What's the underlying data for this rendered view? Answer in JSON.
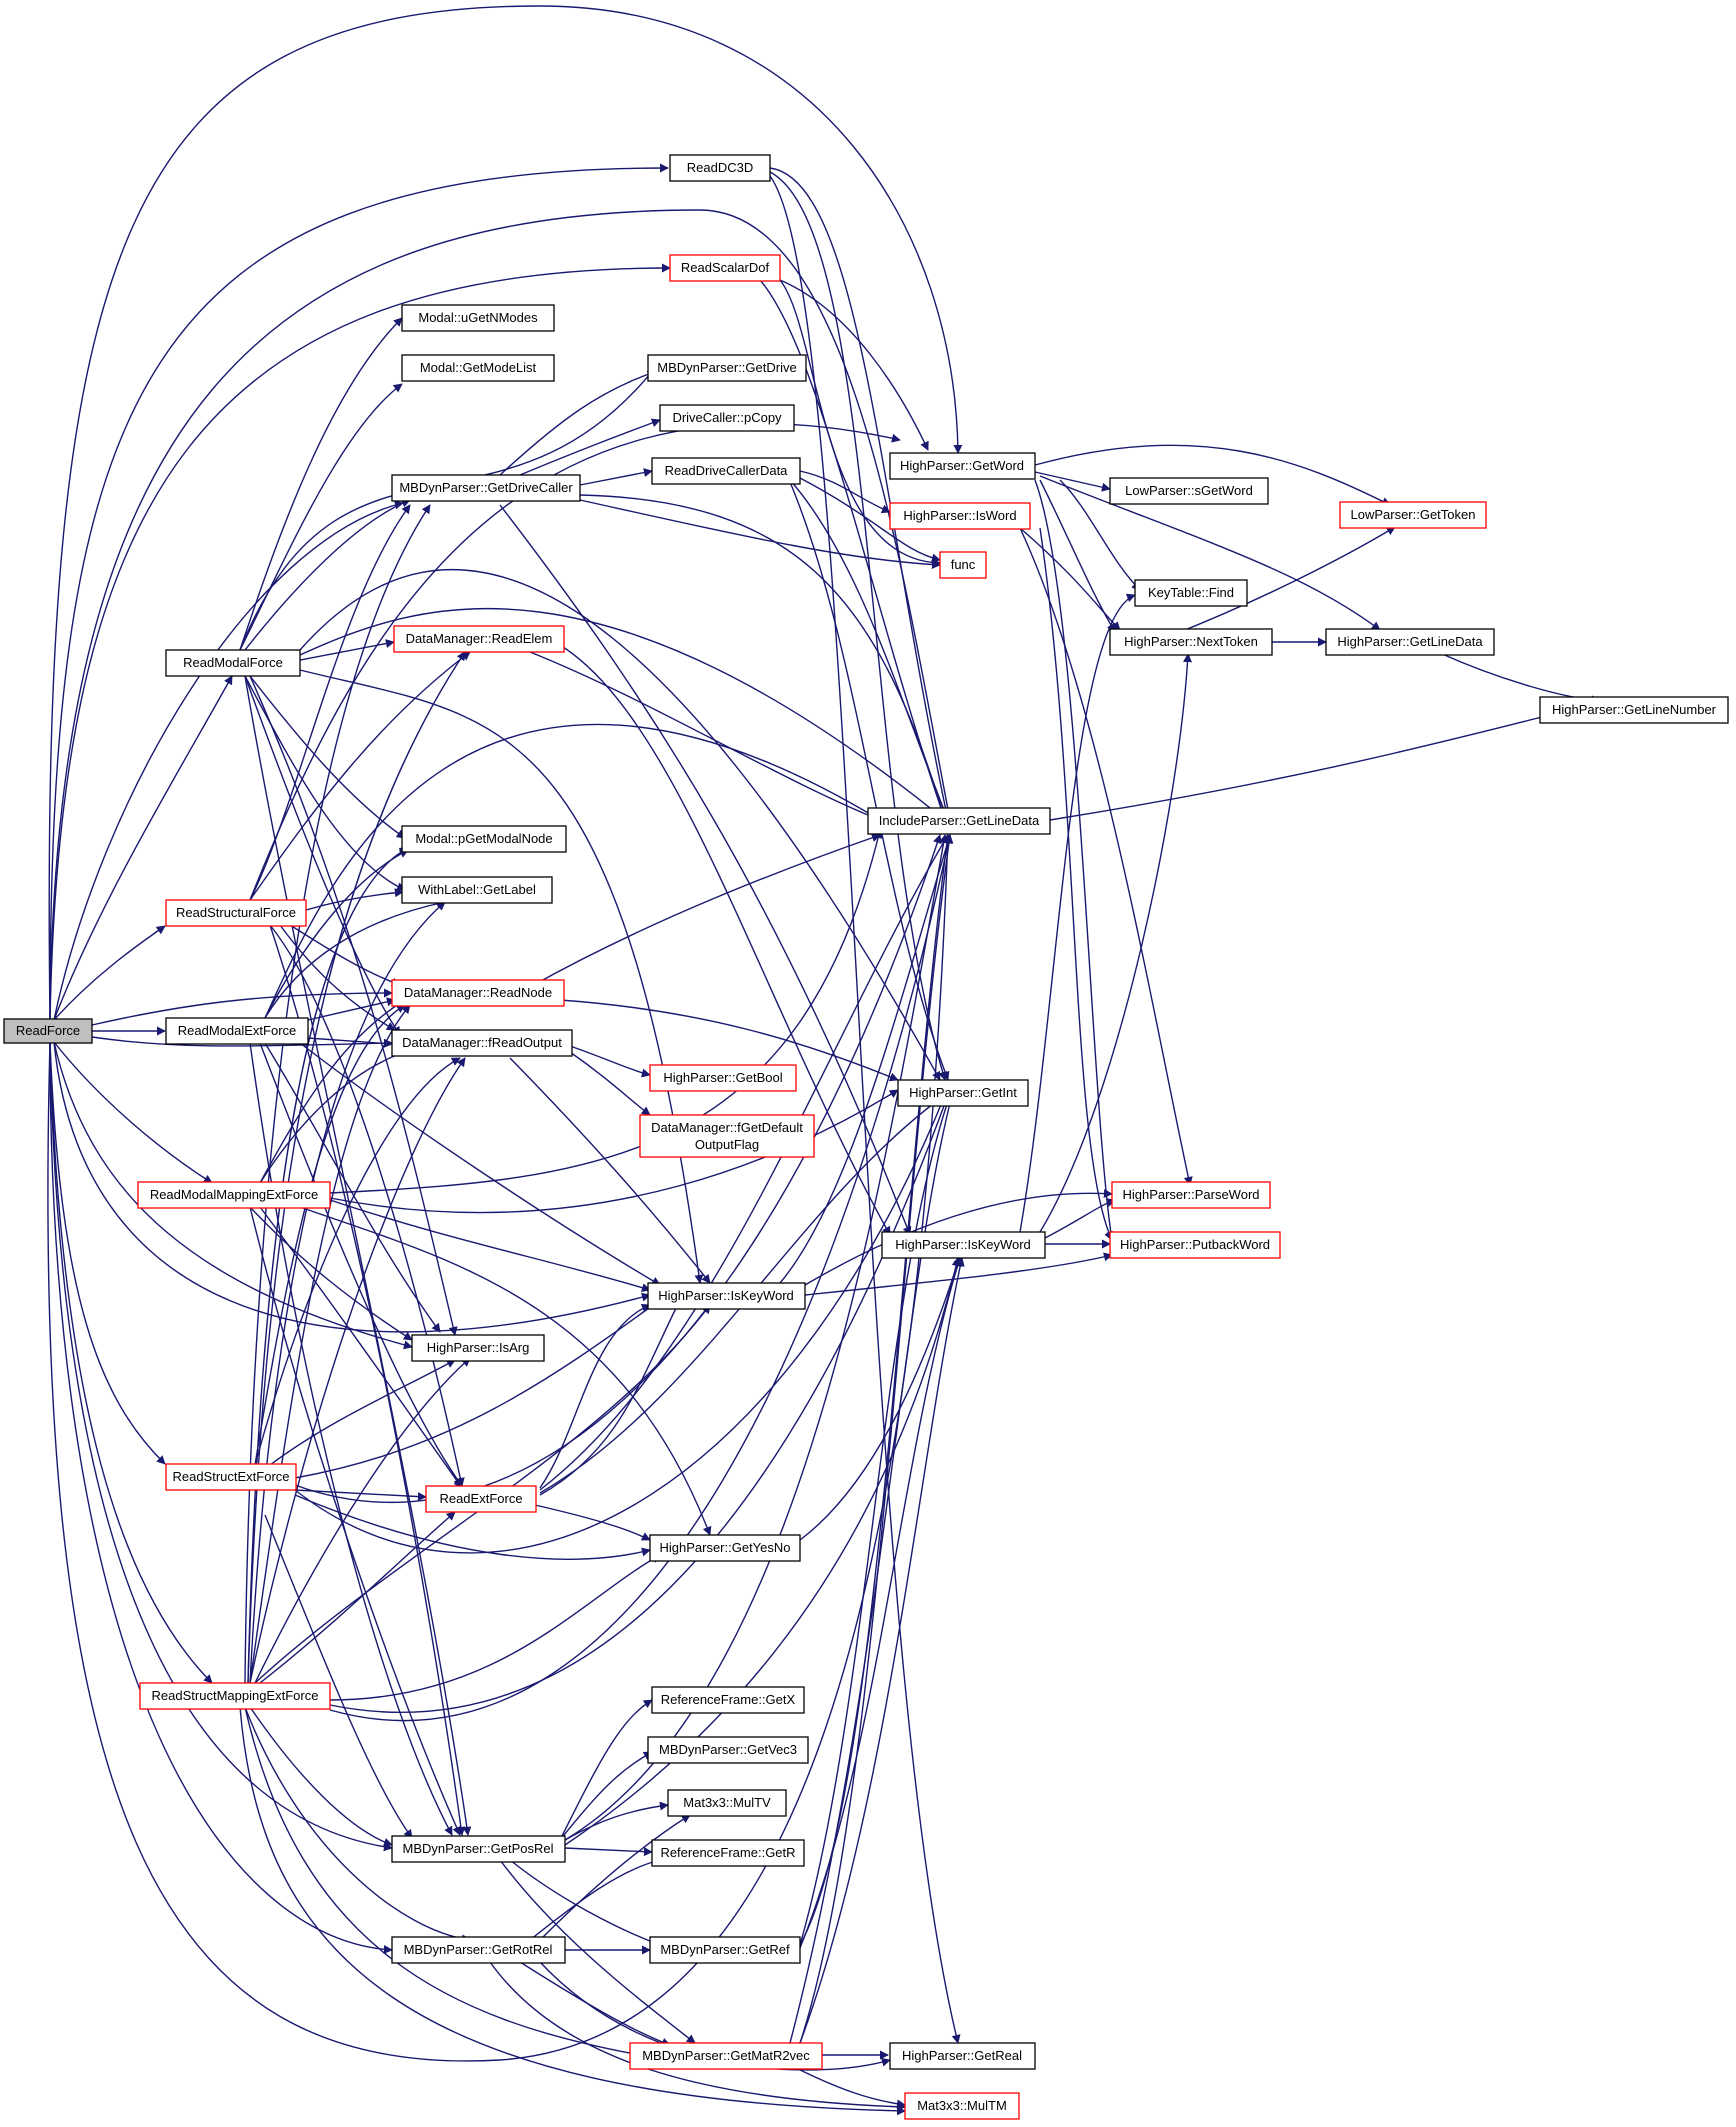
{
  "colors": {
    "edge": "#191970",
    "node_border": "#000000",
    "node_border_truncated": "#ff0000",
    "root_fill": "#bfbfbf",
    "background": "#ffffff"
  },
  "nodes": [
    {
      "id": "ReadForce",
      "label": "ReadForce",
      "root": true
    },
    {
      "id": "ReadDC3D",
      "label": "ReadDC3D"
    },
    {
      "id": "ReadScalarDof",
      "label": "ReadScalarDof",
      "red": true
    },
    {
      "id": "uGetNModes",
      "label": "Modal::uGetNModes"
    },
    {
      "id": "GetModeList",
      "label": "Modal::GetModeList"
    },
    {
      "id": "GetDrive",
      "label": "MBDynParser::GetDrive"
    },
    {
      "id": "pCopy",
      "label": "DriveCaller::pCopy"
    },
    {
      "id": "GetDriveCaller",
      "label": "MBDynParser::GetDriveCaller"
    },
    {
      "id": "ReadDriveCallerData",
      "label": "ReadDriveCallerData"
    },
    {
      "id": "HP_GetWord",
      "label": "HighParser::GetWord"
    },
    {
      "id": "LP_sGetWord",
      "label": "LowParser::sGetWord"
    },
    {
      "id": "LP_GetToken",
      "label": "LowParser::GetToken",
      "red": true
    },
    {
      "id": "HP_IsWord",
      "label": "HighParser::IsWord",
      "red": true
    },
    {
      "id": "func",
      "label": "func",
      "red": true
    },
    {
      "id": "KT_Find",
      "label": "KeyTable::Find"
    },
    {
      "id": "HP_NextToken",
      "label": "HighParser::NextToken"
    },
    {
      "id": "HP_GetLineData",
      "label": "HighParser::GetLineData"
    },
    {
      "id": "HP_GetLineNumber",
      "label": "HighParser::GetLineNumber"
    },
    {
      "id": "ReadModalForce",
      "label": "ReadModalForce"
    },
    {
      "id": "DM_ReadElem",
      "label": "DataManager::ReadElem",
      "red": true
    },
    {
      "id": "IP_GetLineData",
      "label": "IncludeParser::GetLineData"
    },
    {
      "id": "pGetModalNode",
      "label": "Modal::pGetModalNode"
    },
    {
      "id": "WL_GetLabel",
      "label": "WithLabel::GetLabel"
    },
    {
      "id": "ReadStructuralForce",
      "label": "ReadStructuralForce",
      "red": true
    },
    {
      "id": "DM_ReadNode",
      "label": "DataManager::ReadNode",
      "red": true
    },
    {
      "id": "ReadModalExtForce",
      "label": "ReadModalExtForce"
    },
    {
      "id": "DM_fReadOutput",
      "label": "DataManager::fReadOutput"
    },
    {
      "id": "HP_GetBool",
      "label": "HighParser::GetBool",
      "red": true
    },
    {
      "id": "HP_GetInt",
      "label": "HighParser::GetInt"
    },
    {
      "id": "DM_fGetDefaultOutputFlag",
      "label1": "DataManager::fGetDefault",
      "label2": "OutputFlag",
      "red": true
    },
    {
      "id": "ReadModalMappingExtForce",
      "label": "ReadModalMappingExtForce",
      "red": true
    },
    {
      "id": "HP_ParseWord",
      "label": "HighParser::ParseWord",
      "red": true
    },
    {
      "id": "HP_IsKeyWord2",
      "label": "HighParser::IsKeyWord"
    },
    {
      "id": "HP_PutbackWord",
      "label": "HighParser::PutbackWord",
      "red": true
    },
    {
      "id": "HP_IsKeyWord",
      "label": "HighParser::IsKeyWord"
    },
    {
      "id": "HP_IsArg",
      "label": "HighParser::IsArg"
    },
    {
      "id": "ReadStructExtForce",
      "label": "ReadStructExtForce",
      "red": true
    },
    {
      "id": "ReadExtForce",
      "label": "ReadExtForce",
      "red": true
    },
    {
      "id": "HP_GetYesNo",
      "label": "HighParser::GetYesNo"
    },
    {
      "id": "ReadStructMappingExtForce",
      "label": "ReadStructMappingExtForce",
      "red": true
    },
    {
      "id": "RF_GetX",
      "label": "ReferenceFrame::GetX"
    },
    {
      "id": "GetVec3",
      "label": "MBDynParser::GetVec3"
    },
    {
      "id": "MulTV",
      "label": "Mat3x3::MulTV"
    },
    {
      "id": "GetPosRel",
      "label": "MBDynParser::GetPosRel"
    },
    {
      "id": "RF_GetR",
      "label": "ReferenceFrame::GetR"
    },
    {
      "id": "GetRotRel",
      "label": "MBDynParser::GetRotRel"
    },
    {
      "id": "GetRef",
      "label": "MBDynParser::GetRef"
    },
    {
      "id": "GetMatR2vec",
      "label": "MBDynParser::GetMatR2vec",
      "red": true
    },
    {
      "id": "HP_GetReal",
      "label": "HighParser::GetReal"
    },
    {
      "id": "MulTM",
      "label": "Mat3x3::MulTM",
      "red": true
    }
  ]
}
